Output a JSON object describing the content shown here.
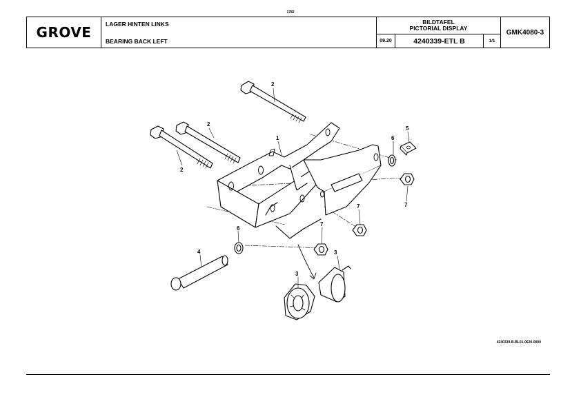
{
  "page_number": "1782",
  "title_block": {
    "logo": "GROVE",
    "description_de": "LAGER HINTEN LINKS",
    "description_en": "BEARING BACK LEFT",
    "display_de": "BILDTAFEL",
    "display_en": "PICTORIAL DISPLAY",
    "date": "09.20",
    "document_number": "4240339-ETL B",
    "sheet": "1/1",
    "model": "GMK4080-3"
  },
  "callouts": {
    "c1": "1",
    "c2a": "2",
    "c2b": "2",
    "c2c": "2",
    "c3a": "3",
    "c3b": "3",
    "c4": "4",
    "c5": "5",
    "c6a": "6",
    "c6b": "6",
    "c7a": "7",
    "c7b": "7",
    "c7c": "7"
  },
  "drawing_reference": "4240339-B-BL01-0620-0000"
}
